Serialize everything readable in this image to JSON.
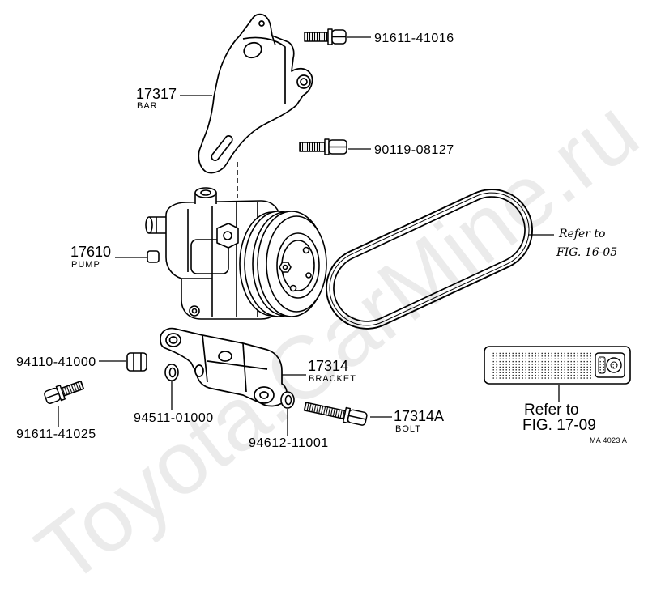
{
  "diagram": {
    "code": "MA 4023 A",
    "watermark": "Toyota.CarMine.ru"
  },
  "callouts": {
    "bolt_upper": {
      "part_no": "91611-41016"
    },
    "bar": {
      "part_no": "17317",
      "name": "BAR"
    },
    "bolt_middle": {
      "part_no": "90119-08127"
    },
    "belt": {
      "note_line1": "Refer to",
      "note_line2": "FIG. 16-05"
    },
    "pump": {
      "part_no": "17610",
      "name": "PUMP"
    },
    "nut": {
      "part_no": "94110-41000"
    },
    "bracket": {
      "part_no": "17314",
      "name": "BRACKET"
    },
    "bolt_lower_left": {
      "part_no": "91611-41025"
    },
    "washer_left": {
      "part_no": "94511-01000"
    },
    "bracket_bolt": {
      "part_no": "17314A",
      "name": "BOLT"
    },
    "washer_right": {
      "part_no": "94612-11001"
    },
    "reference_box": {
      "note_line1": "Refer to",
      "note_line2": "FIG. 17-09"
    }
  },
  "colors": {
    "ink": "#000000",
    "paper": "#ffffff"
  }
}
